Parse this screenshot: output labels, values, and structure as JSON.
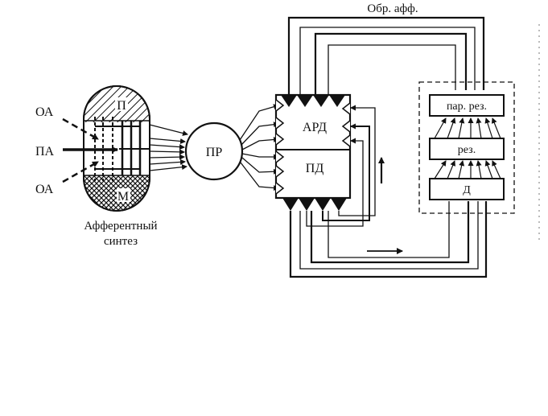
{
  "labels": {
    "oa_top": "ОА",
    "pa": "ПА",
    "oa_bottom": "ОА",
    "p": "П",
    "m": "М",
    "afferent_line1": "Афферентный",
    "afferent_line2": "синтез",
    "pr": "ПР",
    "ard": "АРД",
    "pd": "ПД",
    "feedback": "Обр. афф.",
    "par_rez": "пар. рез.",
    "rez": "рез.",
    "d": "Д"
  }
}
